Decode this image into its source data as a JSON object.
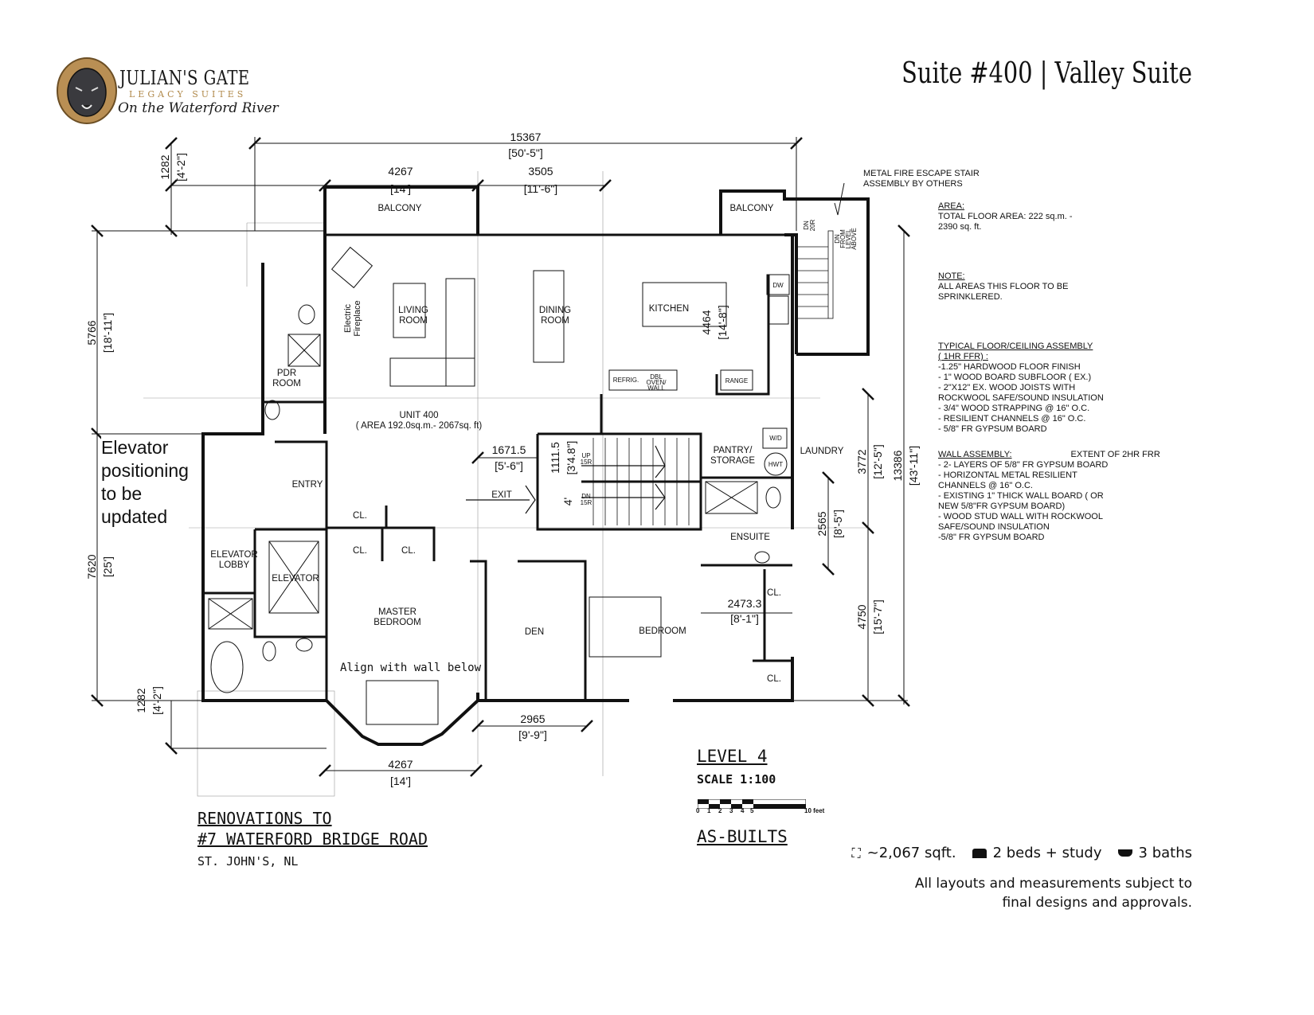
{
  "logo": {
    "line1": "JULIAN'S GATE",
    "line2": "LEGACY SUITES",
    "line3": "On the Waterford River"
  },
  "suite_title": "Suite #400 | Valley Suite",
  "notes": {
    "fire_escape": [
      "METAL FIRE ESCAPE STAIR",
      "ASSEMBLY BY OTHERS"
    ],
    "area_heading": "AREA:",
    "area_lines": [
      "TOTAL FLOOR AREA:   222 sq.m. -",
      "2390 sq. ft."
    ],
    "note_heading": "NOTE:",
    "note_lines": [
      "ALL AREAS THIS FLOOR TO BE",
      "SPRINKLERED."
    ],
    "floor_heading": "TYPICAL FLOOR/CEILING ASSEMBLY",
    "floor_heading2": "( 1HR FFR)   :",
    "floor_lines": [
      "-1.25\" HARDWOOD FLOOR FINISH",
      "- 1\" WOOD BOARD SUBFLOOR  ( EX.)",
      "- 2\"X12\" EX. WOOD JOISTS WITH",
      "ROCKWOOL SAFE/SOUND INSULATION",
      "- 3/4\" WOOD STRAPPING @ 16\" O.C.",
      "- RESILIENT CHANNELS @ 16\" O.C.",
      "- 5/8\" FR GYPSUM BOARD"
    ],
    "wall_heading": "WALL ASSEMBLY:",
    "wall_extent": "EXTENT OF 2HR FRR",
    "wall_lines": [
      "- 2- LAYERS OF 5/8\" FR GYPSUM BOARD",
      "- HORIZONTAL METAL RESILIENT",
      "CHANNELS @ 16\" O.C.",
      "- EXISTING 1\" THICK WALL BOARD  ( OR",
      "NEW 5/8\"FR GYPSUM BOARD)",
      "- WOOD STUD WALL WITH ROCKWOOL",
      "SAFE/SOUND INSULATION",
      "-5/8\" FR GYPSUM BOARD"
    ]
  },
  "elevator_note": [
    "Elevator",
    "positioning",
    "to be",
    "updated"
  ],
  "rooms": {
    "balcony_left": "BALCONY",
    "balcony_right": "BALCONY",
    "living": [
      "LIVING",
      "ROOM"
    ],
    "dining": [
      "DINING",
      "ROOM"
    ],
    "kitchen": "KITCHEN",
    "fireplace": [
      "Electric",
      "Fireplace"
    ],
    "pdr": [
      "PDR",
      "ROOM"
    ],
    "unit": "UNIT 400",
    "unit_area": "( AREA 192.0sq.m.- 2067sq. ft)",
    "entry": "ENTRY",
    "exit": "EXIT",
    "pantry": [
      "PANTRY/",
      "STORAGE"
    ],
    "laundry": "LAUNDRY",
    "wd": "W/D",
    "hwt": "HWT",
    "dw": "DW",
    "refrig": "REFRIG.",
    "oven": [
      "DBL",
      "OVEN/",
      "WALL"
    ],
    "range": "RANGE",
    "ensuite": "ENSUITE",
    "elevator_lobby": [
      "ELEVATOR",
      "LOBBY"
    ],
    "elevator": "ELEVATOR",
    "cl": "CL.",
    "master": [
      "MASTER",
      "BEDROOM"
    ],
    "den": "DEN",
    "bedroom": "BEDROOM",
    "align_note": "Align  with  wall  below",
    "stair_up": [
      "UP",
      "15R"
    ],
    "stair_dn": [
      "DN",
      "15R"
    ],
    "fire_dn": [
      "DN",
      "20R"
    ],
    "fire_dn2": [
      "DN",
      "FROM",
      "LEVEL",
      "ABOVE"
    ]
  },
  "dimensions": {
    "overall_width": [
      "15367",
      "[50'-5\"]"
    ],
    "balcony_w": [
      "4267",
      "[14']"
    ],
    "dining_w": [
      "3505",
      "[11'-6\"]"
    ],
    "top_offset": [
      "1282",
      "[4'-2\"]"
    ],
    "left_upper": [
      "5766",
      "[18'-11\"]"
    ],
    "left_lower": [
      "7620",
      "[25']"
    ],
    "bottom_offset": [
      "1282",
      "[4'-2\"]"
    ],
    "kitchen_depth": [
      "4464",
      "[14'-8\"]"
    ],
    "corridor": [
      "1671.5",
      "[5'-6\"]"
    ],
    "stair_landing": [
      "1111.5",
      "[3'4.8\"]"
    ],
    "stair_4": "4'",
    "bedroom_w": [
      "2473.3",
      "[8'-1\"]"
    ],
    "right_a": [
      "3772",
      "[12'-5\"]"
    ],
    "right_b": [
      "2565",
      "[8'-5\"]"
    ],
    "right_c": [
      "4750",
      "[15'-7\"]"
    ],
    "overall_depth": [
      "13386",
      "[43'-11\"]"
    ],
    "den_w": [
      "2965",
      "[9'-9\"]"
    ],
    "bay_w": [
      "4267",
      "[14']"
    ]
  },
  "title_block": {
    "project_line1": "RENOVATIONS TO",
    "project_line2": "#7 WATERFORD BRIDGE ROAD",
    "city": "ST. JOHN'S, NL",
    "level": "LEVEL 4",
    "scale": "SCALE 1:100",
    "scale_ticks": [
      "0",
      "1",
      "2",
      "3",
      "4",
      "5",
      "10  feet"
    ],
    "status": "AS-BUILTS"
  },
  "summary": {
    "area_icon": "expand-icon",
    "area": "~2,067 sqft.",
    "bed_icon": "bed-icon",
    "beds": "2 beds + study",
    "bath_icon": "bathtub-icon",
    "baths": "3 baths",
    "disclaimer": [
      "All layouts and measurements subject to",
      "final designs and approvals."
    ]
  }
}
